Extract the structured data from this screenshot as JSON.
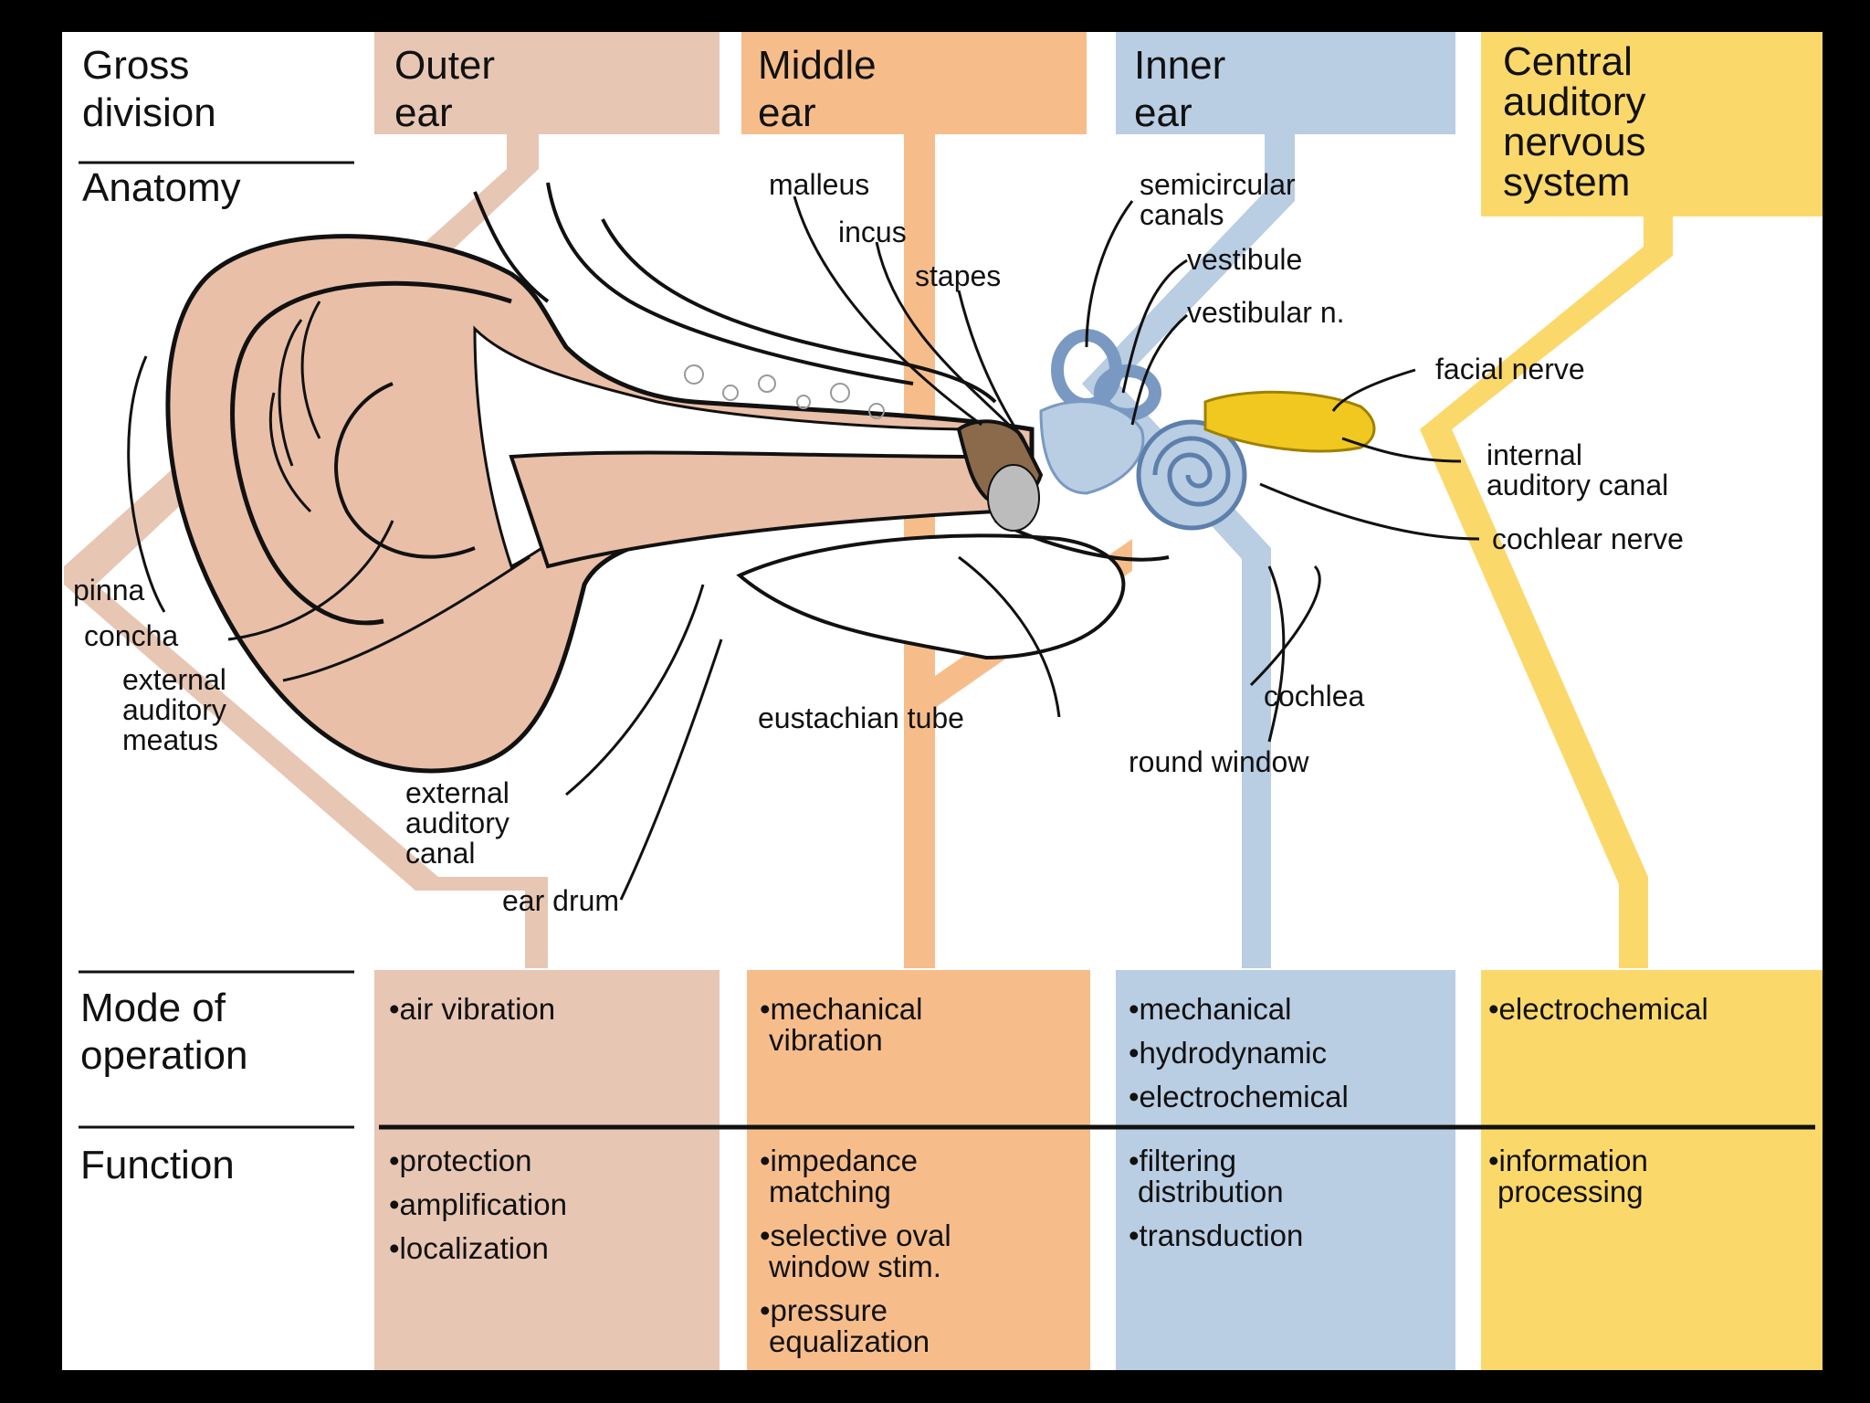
{
  "colors": {
    "frame": "#000000",
    "background": "#ffffff",
    "outer_ear": "#e8c6b4",
    "middle_ear": "#f6bd8b",
    "inner_ear": "#b9cde3",
    "central": "#fbd86a",
    "skin": "#e9bfa8",
    "nerve": "#f0c81f",
    "line": "#111111"
  },
  "row_labels": {
    "gross_division": [
      "Gross",
      "division"
    ],
    "anatomy": "Anatomy",
    "mode_of_operation": [
      "Mode of",
      "operation"
    ],
    "function": "Function"
  },
  "divisions": [
    {
      "key": "outer",
      "title": [
        "Outer",
        "ear"
      ],
      "mode": [
        {
          "line1": "•air vibration"
        }
      ],
      "function": [
        {
          "line1": "•protection"
        },
        {
          "line1": "•amplification"
        },
        {
          "line1": "•localization"
        }
      ]
    },
    {
      "key": "middle",
      "title": [
        "Middle",
        "ear"
      ],
      "mode": [
        {
          "line1": "•mechanical",
          "line2": "vibration"
        }
      ],
      "function": [
        {
          "line1": "•impedance",
          "line2": "matching"
        },
        {
          "line1": "•selective oval",
          "line2": "window stim."
        },
        {
          "line1": "•pressure",
          "line2": "equalization"
        }
      ]
    },
    {
      "key": "inner",
      "title": [
        "Inner",
        "ear"
      ],
      "mode": [
        {
          "line1": "•mechanical"
        },
        {
          "line1": "•hydrodynamic"
        },
        {
          "line1": "•electrochemical"
        }
      ],
      "function": [
        {
          "line1": "•filtering",
          "line2": "distribution"
        },
        {
          "line1": "•transduction"
        }
      ]
    },
    {
      "key": "central",
      "title": [
        "Central",
        "auditory",
        "nervous",
        "system"
      ],
      "mode": [
        {
          "line1": "•electrochemical"
        }
      ],
      "function": [
        {
          "line1": "•information",
          "line2": "processing"
        }
      ]
    }
  ],
  "anatomy_labels": {
    "malleus": "malleus",
    "incus": "incus",
    "stapes": "stapes",
    "semicircular_canals": [
      "semicircular",
      "canals"
    ],
    "vestibule": "vestibule",
    "vestibular_n": "vestibular n.",
    "facial_nerve": "facial nerve",
    "internal_auditory_canal": [
      "internal",
      "auditory canal"
    ],
    "cochlear_nerve": "cochlear nerve",
    "pinna": "pinna",
    "concha": "concha",
    "external_auditory_meatus": [
      "external",
      "auditory",
      "meatus"
    ],
    "external_auditory_canal": [
      "external",
      "auditory",
      "canal"
    ],
    "ear_drum": "ear drum",
    "eustachian_tube": "eustachian tube",
    "cochlea": "cochlea",
    "round_window": "round window"
  }
}
